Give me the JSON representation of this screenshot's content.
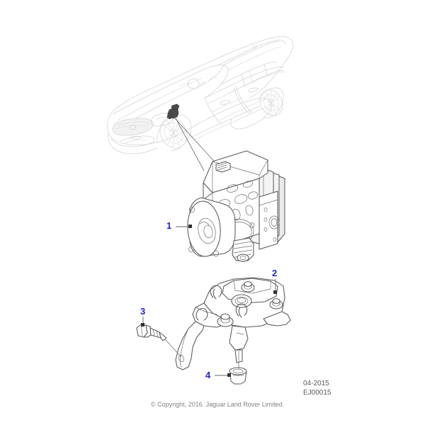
{
  "document": {
    "type": "vehicle-parts-exploded-diagram",
    "subject": "ABS hydraulic modulator unit and mounting bracket"
  },
  "vehicle": {
    "name": "jaguar-xe-sedan-outline",
    "description": "Three-quarter front view line drawing of a sedan",
    "marker_label": "component-location-marker"
  },
  "callouts": [
    {
      "number": "1",
      "name": "abs-modulator-unit",
      "description": "Anti-lock braking system hydraulic modulator with pump motor and valve block"
    },
    {
      "number": "2",
      "name": "mounting-bracket",
      "description": "Modulator mounting bracket with rubber isolators"
    },
    {
      "number": "3",
      "name": "flanged-bolt",
      "description": "Flange head bolt"
    },
    {
      "number": "4",
      "name": "rubber-grommet",
      "description": "Rubber isolator bush"
    }
  ],
  "footer": {
    "date": "04-2015",
    "drawing_number": "EJ00015",
    "copyright": "© Copyright, 2016. Jaguar Land Rover Limited."
  },
  "colors": {
    "callout_number": "#2222cc",
    "part_outline": "#58595b",
    "vehicle_outline": "#d2d3d5",
    "background": "#ffffff"
  }
}
